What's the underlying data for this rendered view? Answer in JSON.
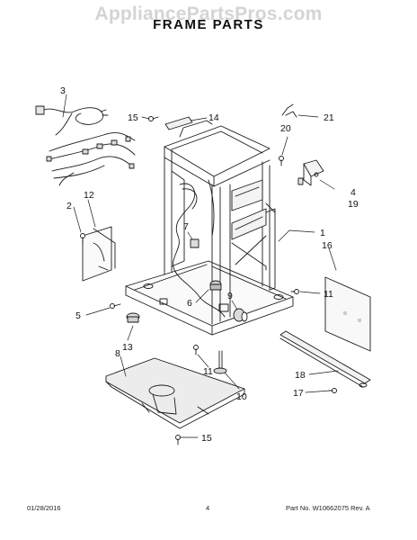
{
  "watermark": "AppliancePartsPros.com",
  "title": "FRAME PARTS",
  "callouts": [
    {
      "id": "1",
      "label": "1"
    },
    {
      "id": "2",
      "label": "2"
    },
    {
      "id": "3",
      "label": "3"
    },
    {
      "id": "4",
      "label": "4"
    },
    {
      "id": "5",
      "label": "5"
    },
    {
      "id": "6",
      "label": "6"
    },
    {
      "id": "7",
      "label": "7"
    },
    {
      "id": "8",
      "label": "8"
    },
    {
      "id": "9",
      "label": "9"
    },
    {
      "id": "10",
      "label": "10"
    },
    {
      "id": "11a",
      "label": "11"
    },
    {
      "id": "11b",
      "label": "11"
    },
    {
      "id": "12",
      "label": "12"
    },
    {
      "id": "13",
      "label": "13"
    },
    {
      "id": "14",
      "label": "14"
    },
    {
      "id": "15a",
      "label": "15"
    },
    {
      "id": "15b",
      "label": "15"
    },
    {
      "id": "16",
      "label": "16"
    },
    {
      "id": "17",
      "label": "17"
    },
    {
      "id": "18",
      "label": "18"
    },
    {
      "id": "19",
      "label": "19"
    },
    {
      "id": "20",
      "label": "20"
    },
    {
      "id": "21",
      "label": "21"
    }
  ],
  "footer": {
    "date": "01/28/2016",
    "page": "4",
    "part_no": "Part No. W10662075  Rev. A"
  }
}
